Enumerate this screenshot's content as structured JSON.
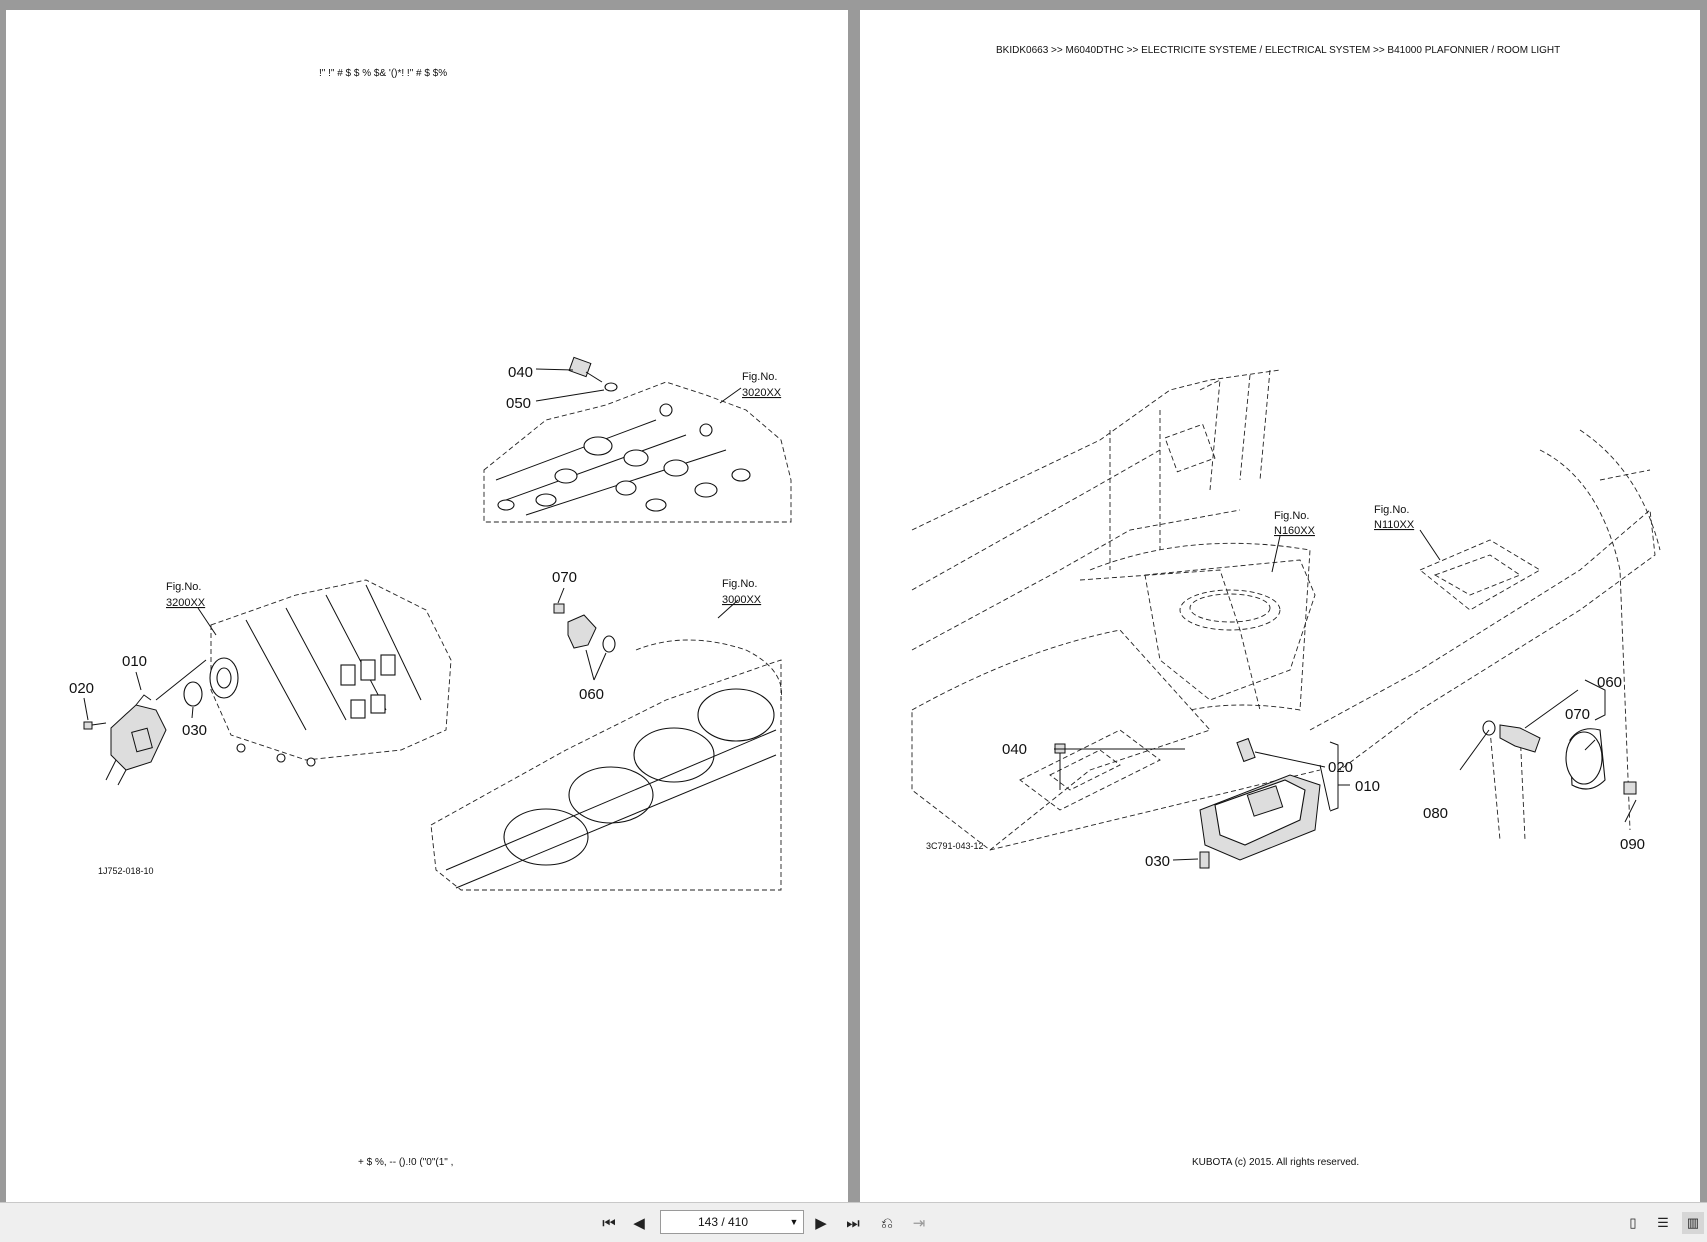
{
  "left_page": {
    "header": "!\"  !\" # $ $   % $&   '()*!   !\" # $ $%",
    "footer": "+  $  %,  -- ().!0 (\"0\"(1\" ,",
    "drawing_code": "1J752-018-10",
    "callouts": [
      "010",
      "020",
      "030",
      "040",
      "050",
      "060",
      "070"
    ],
    "figs": [
      {
        "label": "Fig.No.",
        "number": "3020XX"
      },
      {
        "label": "Fig.No.",
        "number": "3200XX"
      },
      {
        "label": "Fig.No.",
        "number": "3000XX"
      }
    ]
  },
  "right_page": {
    "header": "BKIDK0663 >> M6040DTHC >> ELECTRICITE SYSTEME / ELECTRICAL SYSTEM >> B41000   PLAFONNIER / ROOM LIGHT",
    "footer": "KUBOTA (c) 2015. All rights reserved.",
    "drawing_code": "3C791-043-12",
    "callouts": [
      "010",
      "020",
      "030",
      "040",
      "060",
      "070",
      "080",
      "090"
    ],
    "figs": [
      {
        "label": "Fig.No.",
        "number": "N160XX"
      },
      {
        "label": "Fig.No.",
        "number": "N110XX"
      }
    ]
  },
  "toolbar": {
    "page_indicator": "143 / 410",
    "icons": [
      "first-page-icon",
      "previous-page-icon",
      "dropdown-icon",
      "next-page-icon",
      "last-page-icon",
      "go-back-icon",
      "go-forward-icon",
      "single-page-view-icon",
      "continuous-view-icon",
      "two-page-view-icon"
    ]
  }
}
